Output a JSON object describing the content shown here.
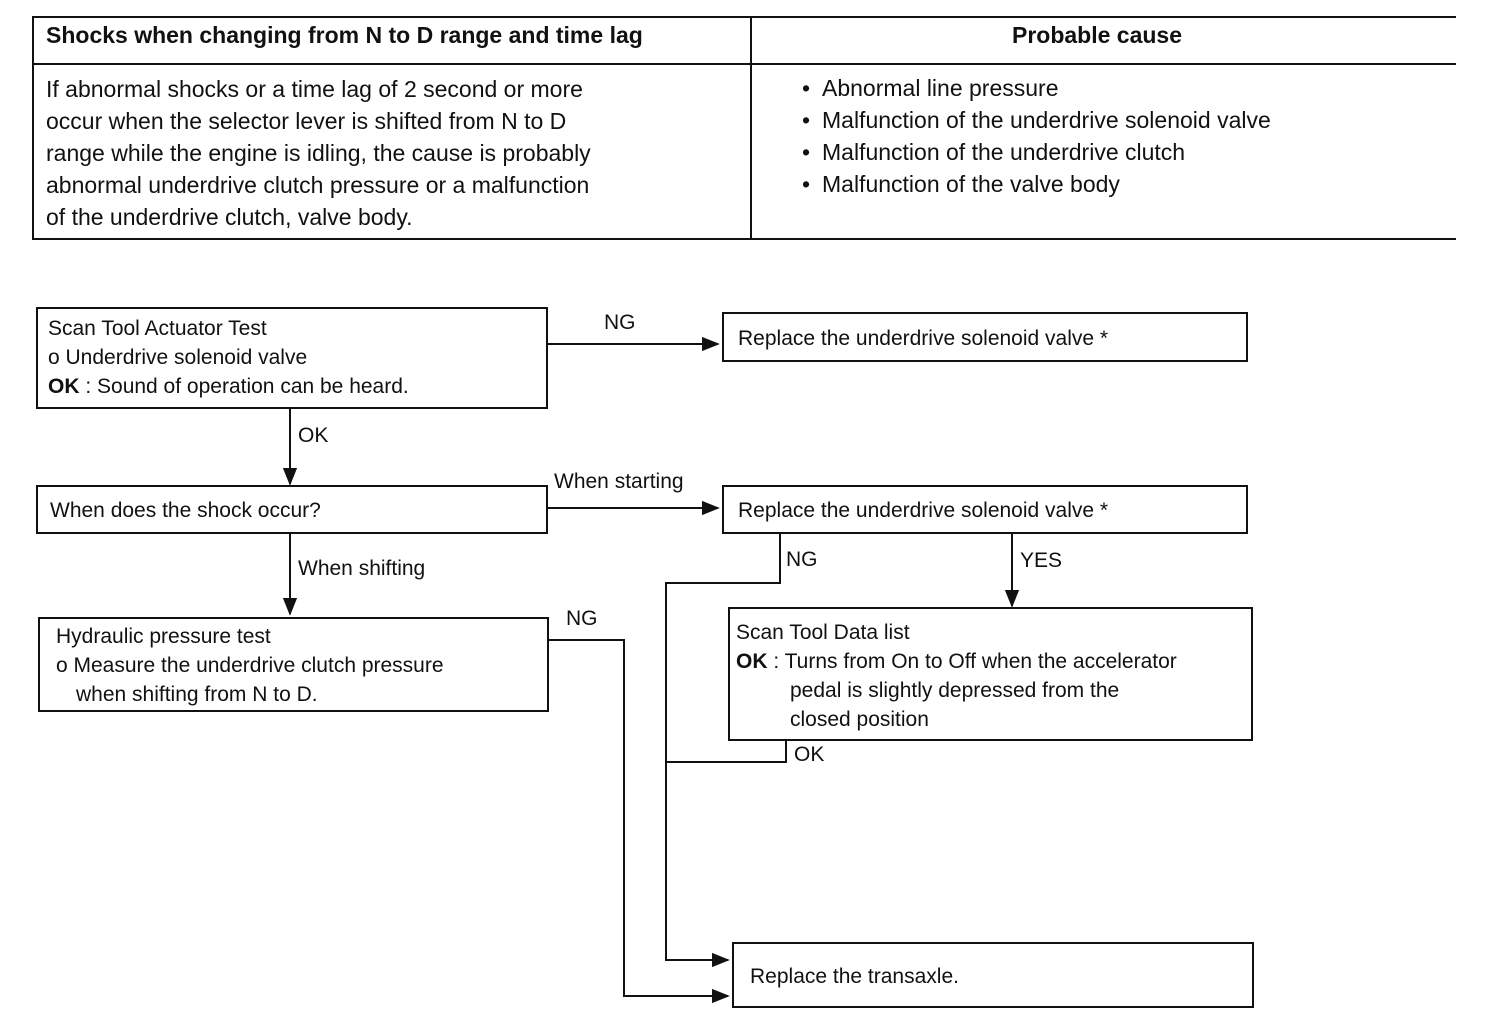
{
  "table": {
    "header_left": "Shocks when changing from N to D range and time lag",
    "header_right": "Probable  cause",
    "description_lines": [
      "If abnormal shocks or a time lag of 2 second or more",
      "occur when the selector lever is shifted from N to D",
      "range while the engine is idling, the cause is probably",
      "abnormal underdrive clutch pressure or a malfunction",
      "of the underdrive clutch, valve body."
    ],
    "bullet_char": "•",
    "causes": [
      "Abnormal  line  pressure",
      "Malfunction of the underdrive solenoid valve",
      "Malfunction of the underdrive clutch",
      "Malfunction of the valve body"
    ]
  },
  "flow": {
    "scan_test": {
      "title": "Scan Tool Actuator Test",
      "item": "o Underdrive solenoid valve",
      "ok_label": "OK",
      "ok_text": " : Sound of operation can be heard."
    },
    "replace_solenoid_1": "Replace the underdrive solenoid valve *",
    "when_shock": "When does the shock occur?",
    "replace_solenoid_2": "Replace the underdrive solenoid valve *",
    "hydraulic": {
      "title": "Hydraulic pressure test",
      "line1": "o Measure the underdrive clutch pressure",
      "line2": "when shifting from N to D."
    },
    "data_list": {
      "title": "Scan Tool Data list",
      "ok_label": "OK",
      "line1": " : Turns from On to Off when the accelerator",
      "line2": "pedal is slightly depressed from the",
      "line3": "closed position"
    },
    "replace_transaxle": "Replace the transaxle.",
    "labels": {
      "ng_top": "NG",
      "ok_down": "OK",
      "when_starting": "When starting",
      "when_shifting": "When shifting",
      "ng_hydraulic": "NG",
      "ng_solenoid": "NG",
      "yes": "YES",
      "ok_data": "OK"
    }
  }
}
